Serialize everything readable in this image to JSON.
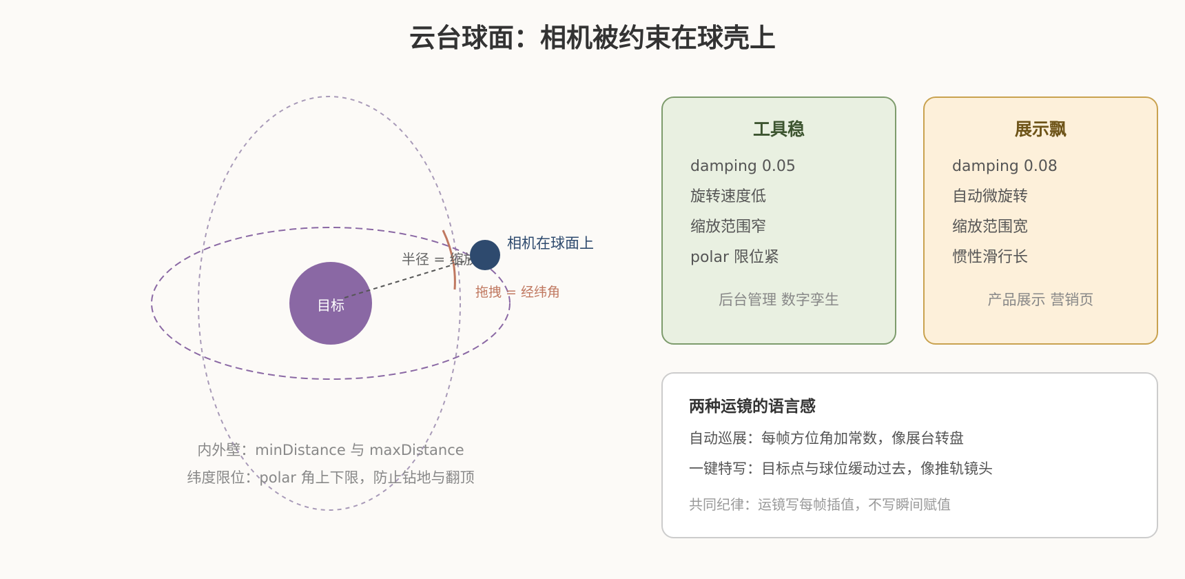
{
  "title": "云台球面：相机被约束在球壳上",
  "diagram": {
    "target_label": "目标",
    "camera_label": "相机在球面上",
    "radius_label": "半径 = 缩放",
    "drag_label": "拖拽 = 经纬角",
    "caption_1": "内外壁：minDistance 与 maxDistance",
    "caption_2": "纬度限位：polar 角上下限，防止钻地与翻顶"
  },
  "cards": {
    "left": {
      "title": "工具稳",
      "items": [
        "damping 0.05",
        "旋转速度低",
        "缩放范围窄",
        "polar 限位紧"
      ],
      "footer": "后台管理 数字孪生"
    },
    "right": {
      "title": "展示飘",
      "items": [
        "damping 0.08",
        "自动微旋转",
        "缩放范围宽",
        "惯性滑行长"
      ],
      "footer": "产品展示 营销页"
    }
  },
  "bottom": {
    "title": "两种运镜的语言感",
    "line_1": "自动巡展：每帧方位角加常数，像展台转盘",
    "line_2": "一键特写：目标点与球位缓动过去，像推轨镜头",
    "note": "共同纪律：运镜写每帧插值，不写瞬间赋值"
  },
  "colors": {
    "background": "#fcfaf7",
    "target": "#8a68a4",
    "camera": "#2e4a6e",
    "orbit": "#8a68a4",
    "drag_arc": "#c07860",
    "tool_card_fill": "#e9f0e1",
    "tool_card_border": "#7d9b6c",
    "show_card_fill": "#fdf0da",
    "show_card_border": "#c9a24f"
  }
}
